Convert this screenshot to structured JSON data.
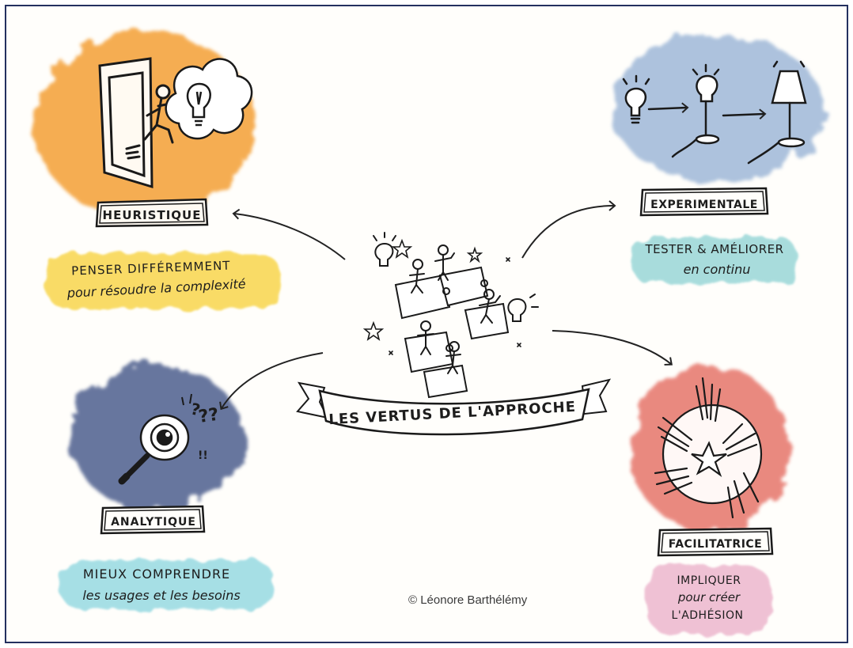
{
  "center": {
    "banner": "LES VERTUS DE L'APPROCHE"
  },
  "nodes": {
    "heuristique": {
      "label": "HEURISTIQUE",
      "line1": "PENSER DIFFÉREMMENT",
      "line2": "pour résoudre la complexité",
      "color": "#f4a23a"
    },
    "experimentale": {
      "label": "EXPERIMENTALE",
      "line1": "TESTER & AMÉLIORER",
      "line2": "en continu",
      "color": "#9fb8d8"
    },
    "analytique": {
      "label": "ANALYTIQUE",
      "line1": "MIEUX COMPRENDRE",
      "line2": "les usages et les besoins",
      "color": "#4e5f8e"
    },
    "facilitatrice": {
      "label": "FACILITATRICE",
      "line1": "IMPLIQUER",
      "line2": "pour créer",
      "line3": "L'ADHÉSION",
      "color": "#e56f65"
    }
  },
  "credit": "© Léonore Barthélémy"
}
